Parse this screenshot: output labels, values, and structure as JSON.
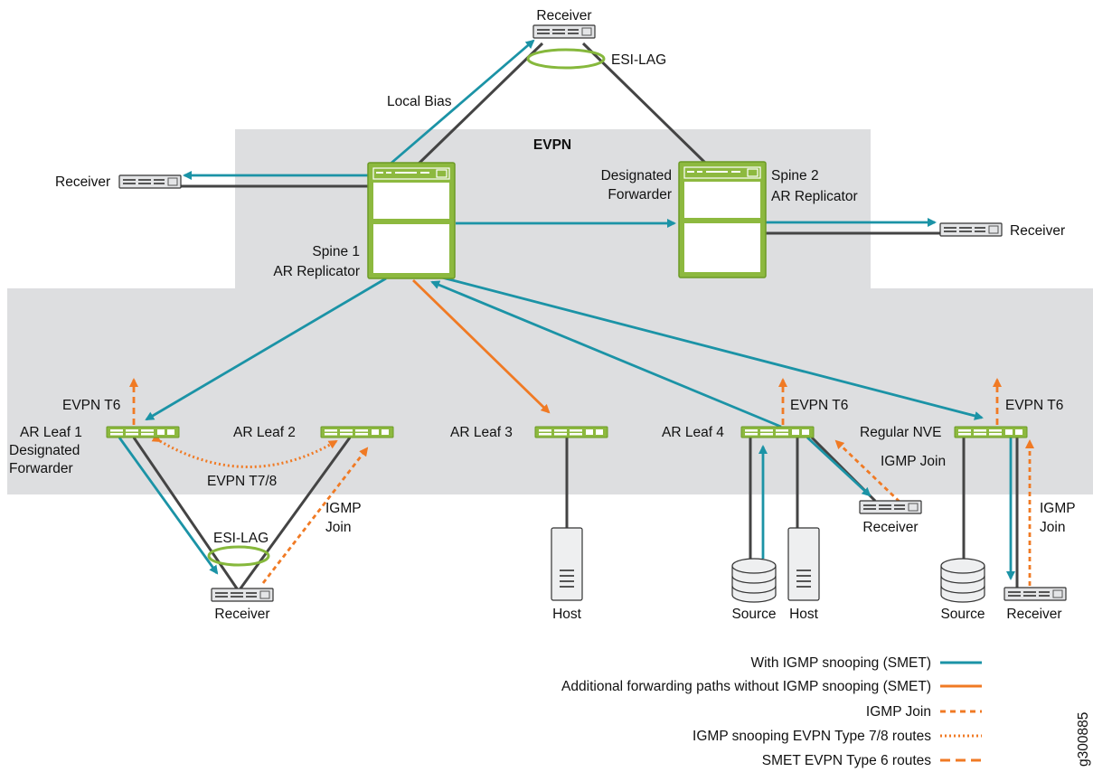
{
  "colors": {
    "teal": "#1B93A6",
    "orange": "#F07A24",
    "gray_link": "#444444",
    "green_device": "#8DB93F",
    "green_dark": "#6C9A26",
    "gray_band": "#DDDEE0",
    "lag_green": "#86B83C"
  },
  "labels": {
    "evpn": "EVPN",
    "receiver_top": "Receiver",
    "esi_lag_top": "ESI-LAG",
    "local_bias": "Local Bias",
    "receiver_left": "Receiver",
    "designated": "Designated",
    "forwarder": "Forwarder",
    "spine2": "Spine 2",
    "spine2_role": "AR Replicator",
    "receiver_right": "Receiver",
    "spine1": "Spine 1",
    "spine1_role": "AR Replicator",
    "evpn_t6_leaf1": "EVPN T6",
    "ar_leaf1": "AR Leaf 1",
    "leaf1_designated": "Designated",
    "leaf1_forwarder": "Forwarder",
    "ar_leaf2": "AR Leaf 2",
    "evpn_t78": "EVPN T7/8",
    "ar_leaf3": "AR Leaf 3",
    "ar_leaf4": "AR Leaf 4",
    "evpn_t6_leaf4": "EVPN T6",
    "igmp_join_leaf4": "IGMP Join",
    "receiver_leaf4": "Receiver",
    "regular_nve": "Regular NVE",
    "evpn_t6_nve": "EVPN T6",
    "igmp_leaf2": "IGMP",
    "join_leaf2": "Join",
    "esi_lag_bottom": "ESI-LAG",
    "receiver_bottom_left": "Receiver",
    "host_leaf3": "Host",
    "source_leaf4": "Source",
    "host_leaf4": "Host",
    "source_nve": "Source",
    "receiver_nve": "Receiver",
    "igmp_nve": "IGMP",
    "join_nve": "Join",
    "figure_id": "g300885"
  },
  "legend": [
    {
      "label": "With IGMP snooping (SMET)",
      "style": "solid-teal"
    },
    {
      "label": "Additional forwarding paths without IGMP snooping (SMET)",
      "style": "solid-orange"
    },
    {
      "label": "IGMP Join",
      "style": "dashed-orange"
    },
    {
      "label": "IGMP snooping EVPN Type 7/8 routes",
      "style": "dotted-orange"
    },
    {
      "label": "SMET EVPN Type 6 routes",
      "style": "longdash-orange"
    }
  ]
}
